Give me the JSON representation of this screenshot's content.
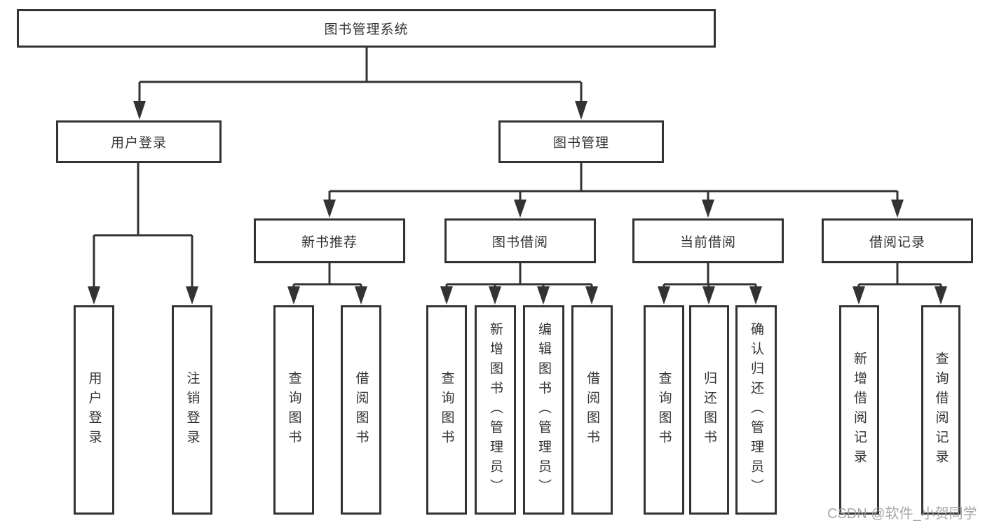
{
  "diagram": {
    "title": "图书管理系统",
    "level1": {
      "user_login": "用户登录",
      "book_mgmt": "图书管理"
    },
    "level2": {
      "new_book_rec": "新书推荐",
      "book_borrow": "图书借阅",
      "current_borrow": "当前借阅",
      "borrow_records": "借阅记录"
    },
    "leaves": {
      "user_login": "用户登录",
      "logout": "注销登录",
      "rec_query_book": "查询图书",
      "rec_borrow_book": "借阅图书",
      "bb_query_book": "查询图书",
      "bb_add_book": "新增图书（管理员）",
      "bb_edit_book": "编辑图书（管理员）",
      "bb_borrow_book": "借阅图书",
      "cb_query_book": "查询图书",
      "cb_return_book": "归还图书",
      "cb_confirm_return": "确认归还（管理员）",
      "br_add_record": "新增借阅记录",
      "br_query_record": "查询借阅记录"
    }
  },
  "watermark": "CSDN @软件_小贺同学",
  "colors": {
    "line": "#333333",
    "box_border": "#333333",
    "text": "#333333",
    "watermark": "#9e9e9e",
    "background": "#ffffff"
  }
}
